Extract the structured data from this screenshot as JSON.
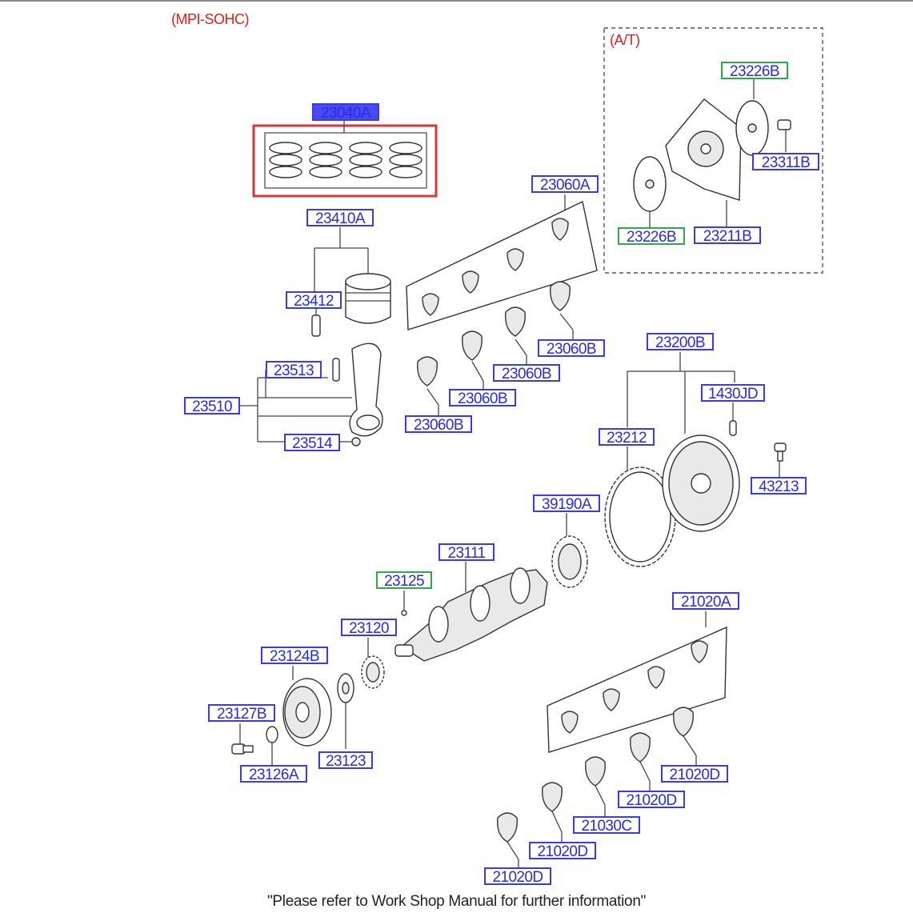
{
  "variant_label": "(MPI-SOHC)",
  "at_label": "(A/T)",
  "footnote": "\"Please refer to Work Shop Manual for further information\"",
  "labels": {
    "p23040A": "23040A",
    "p23410A": "23410A",
    "p23412": "23412",
    "p23513": "23513",
    "p23510": "23510",
    "p23514": "23514",
    "p23060A": "23060A",
    "p23060B_1": "23060B",
    "p23060B_2": "23060B",
    "p23060B_3": "23060B",
    "p23060B_4": "23060B",
    "p23226B_top": "23226B",
    "p23311B": "23311B",
    "p23226B_bottom": "23226B",
    "p23211B": "23211B",
    "p23200B": "23200B",
    "p1430JD": "1430JD",
    "p23212": "23212",
    "p43213": "43213",
    "p39190A": "39190A",
    "p23111": "23111",
    "p23125": "23125",
    "p23120": "23120",
    "p23124B": "23124B",
    "p23127B": "23127B",
    "p23126A": "23126A",
    "p23123": "23123",
    "p21020A": "21020A",
    "p21020D_1": "21020D",
    "p21020D_2": "21020D",
    "p21030C": "21030C",
    "p21020D_3": "21020D",
    "p21020D_4": "21020D"
  },
  "colors": {
    "label_border": "#3a3ae8",
    "label_text": "#2a2ae0",
    "highlight_label_fill": "#4a4af5",
    "green_label_border": "#2fa84a",
    "selection_box": "#d9343a",
    "variant_text": "#e01e1e"
  }
}
